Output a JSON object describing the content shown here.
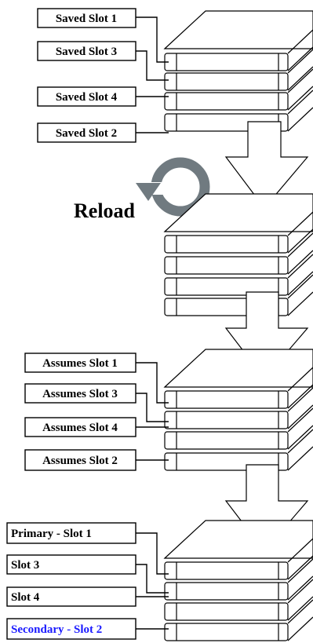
{
  "stage1": {
    "labels": [
      {
        "text": "Saved Slot 1",
        "slot": 1
      },
      {
        "text": "Saved Slot 3",
        "slot": 2
      },
      {
        "text": "Saved Slot 4",
        "slot": 3
      },
      {
        "text": "Saved Slot 2",
        "slot": 4
      }
    ]
  },
  "reload": {
    "label": "Reload"
  },
  "stage3": {
    "labels": [
      {
        "text": "Assumes Slot 1",
        "slot": 1
      },
      {
        "text": "Assumes Slot 3",
        "slot": 2
      },
      {
        "text": "Assumes Slot 4",
        "slot": 3
      },
      {
        "text": "Assumes Slot 2",
        "slot": 4
      }
    ]
  },
  "stage4": {
    "labels": [
      {
        "text": "Primary - Slot 1",
        "slot": 1
      },
      {
        "text": "Slot 3",
        "slot": 2
      },
      {
        "text": "Slot 4",
        "slot": 3
      },
      {
        "text": "Secondary - Slot 2",
        "slot": 4
      }
    ]
  },
  "colors": {
    "line": "#000000",
    "highlight_text": "#1a1aff",
    "reload_icon": "#707a80"
  }
}
